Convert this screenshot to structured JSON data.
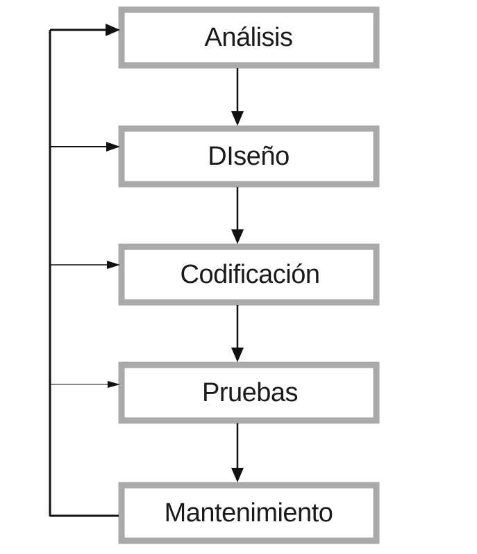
{
  "diagram": {
    "stages": [
      {
        "id": "analisis",
        "label": "Análisis"
      },
      {
        "id": "diseno",
        "label": "DIseño"
      },
      {
        "id": "codificacion",
        "label": "Codificación"
      },
      {
        "id": "pruebas",
        "label": "Pruebas"
      },
      {
        "id": "mantenimiento",
        "label": "Mantenimiento"
      }
    ],
    "colors": {
      "box_border": "#a9a9a9",
      "box_fill": "#ffffff",
      "line": "#111111",
      "text": "#1a1a1a"
    },
    "flow": "sequential top-to-bottom with feedback loop from last stage back to every earlier stage"
  }
}
